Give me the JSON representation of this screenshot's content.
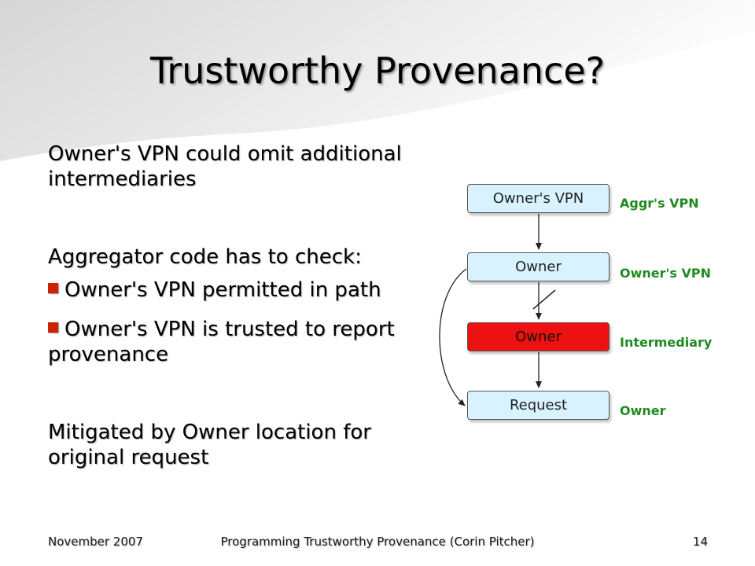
{
  "slide": {
    "title": "Trustworthy Provenance?",
    "body": {
      "para1": "Owner's VPN could omit additional intermediaries",
      "para2": "Aggregator code has to check:",
      "bullets": [
        "Owner's VPN permitted in path",
        "Owner's VPN is trusted to report provenance"
      ],
      "para3": "Mitigated by Owner location for original request"
    },
    "diagram": {
      "nodes": [
        {
          "label": "Owner's VPN",
          "color": "#d8f2ff"
        },
        {
          "label": "Owner",
          "color": "#d8f2ff"
        },
        {
          "label": "Owner",
          "color": "#ee1111"
        },
        {
          "label": "Request",
          "color": "#d8f2ff"
        }
      ],
      "side_labels": [
        "Aggr's VPN",
        "Owner's VPN",
        "Intermediary",
        "Owner"
      ],
      "side_label_color": "#1f8a1f"
    },
    "footer": {
      "date": "November 2007",
      "caption": "Programming Trustworthy Provenance (Corin Pitcher)",
      "page_number": "14"
    },
    "colors": {
      "bullet": "#cc2200",
      "sheen": "#dcdcdc"
    }
  }
}
